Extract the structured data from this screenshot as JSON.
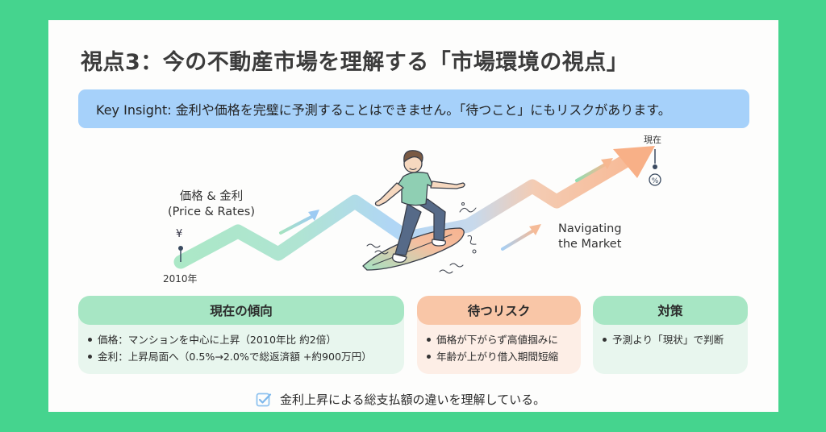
{
  "title": "視点3：今の不動産市場を理解する「市場環境の視点」",
  "insight": {
    "text": "Key Insight: 金利や価格を完璧に予測することはできません。「待つこと」にもリスクがあります。"
  },
  "illustration": {
    "price_label_line1": "価格 & 金利",
    "price_label_line2": "(Price & Rates)",
    "nav_label_line1": "Navigating",
    "nav_label_line2": "the Market",
    "start_label": "2010年",
    "end_label": "現在",
    "start_marker_icon": "¥",
    "end_marker_icon": "%",
    "colors": {
      "start": "#9de3bc",
      "middle": "#a6d1fa",
      "end": "#f7b48e"
    }
  },
  "boxes": {
    "trend": {
      "title": "現在の傾向",
      "items": [
        "価格：マンションを中心に上昇（2010年比 約2倍）",
        "金利：上昇局面へ（0.5%→2.0%で総返済額 +約900万円）"
      ]
    },
    "risk": {
      "title": "待つリスク",
      "items": [
        "価格が下がらず高値掴みに",
        "年齢が上がり借入期間短縮"
      ]
    },
    "measure": {
      "title": "対策",
      "items": [
        "予測より「現状」で判断"
      ]
    }
  },
  "checklist": {
    "text": "金利上昇による総支払額の違いを理解している。",
    "checked": true
  },
  "colors": {
    "frame": "#45d48e",
    "card": "#fdfdfc",
    "insight_bg": "#a6d1fa",
    "green_head": "#a7e6c4",
    "orange_head": "#f9c6a7"
  }
}
